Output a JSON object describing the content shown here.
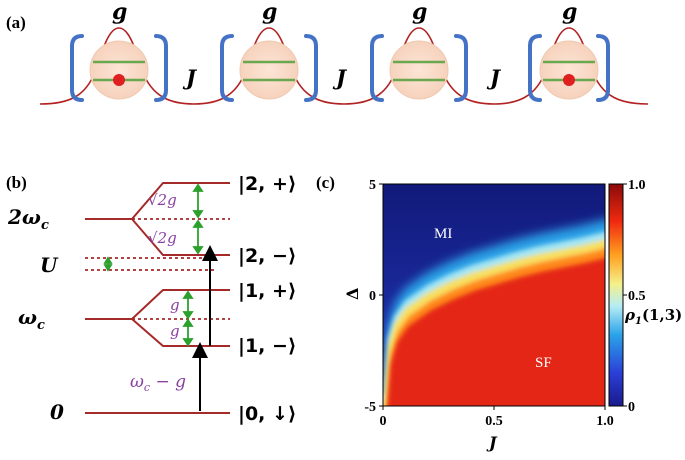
{
  "panel_a": {
    "label": "(a)",
    "coupling": "g",
    "hopping": "J"
  },
  "panel_b": {
    "label": "(b)",
    "levels_left": {
      "two_wc": "2ω",
      "two_wc_sub": "c",
      "U": "U",
      "wc": "ω",
      "wc_sub": "c",
      "zero": "0"
    },
    "states": {
      "s2p": "|2, +⟩",
      "s2m": "|2, −⟩",
      "s1p": "|1, +⟩",
      "s1m": "|1, −⟩",
      "s0": "|0, ↓⟩"
    },
    "splittings": {
      "sqrt2g": "√2g",
      "g": "g",
      "drive": "ω",
      "drive_sub": "c",
      "drive_rest": " − g"
    }
  },
  "panel_c": {
    "label": "(c)",
    "region_mi": "MI",
    "region_sf": "SF",
    "xlabel": "J",
    "ylabel": "Δ",
    "x_ticks": [
      "0",
      "0.5",
      "1.0"
    ],
    "y_ticks": [
      "5",
      "0",
      "-5"
    ],
    "colorbar_ticks": [
      "1.0",
      "0.5",
      "0"
    ],
    "colorbar_label": "ρ",
    "colorbar_label_sub": "1",
    "colorbar_label_rest": "(1,3)"
  },
  "chart_data": {
    "type": "heatmap",
    "title": "",
    "xlabel": "J",
    "ylabel": "Δ",
    "xlim": [
      0,
      1.0
    ],
    "ylim": [
      -5,
      5
    ],
    "colorbar": {
      "label": "ρ1(1,3)",
      "range": [
        0,
        1.0
      ]
    },
    "regions": [
      "MI",
      "SF"
    ],
    "boundary": {
      "J": [
        0.0,
        0.02,
        0.05,
        0.1,
        0.2,
        0.3,
        0.4,
        0.5,
        0.6,
        0.7,
        0.8,
        0.9,
        1.0
      ],
      "delta": [
        -5.0,
        -2.5,
        -1.5,
        -0.8,
        -0.1,
        0.4,
        0.8,
        1.1,
        1.4,
        1.65,
        1.85,
        2.05,
        2.3
      ]
    }
  },
  "colors": {
    "envelope": "#b22222",
    "bracket": "#4472c4",
    "level_line": "#6aa84f",
    "atom": "#e02020",
    "energy_line": "#a52a2a",
    "arrow_green": "#2ca02c",
    "text_purple": "#8a3fa0"
  }
}
